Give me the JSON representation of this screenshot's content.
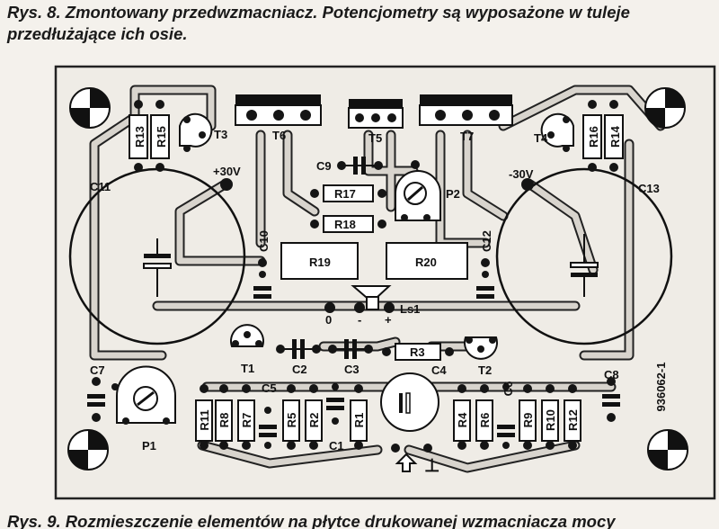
{
  "captions": {
    "top": "Rys. 8. Zmontowany przedwzmacniacz. Potencjometry są wyposażone w tuleje przedłużające ich osie.",
    "bottom": "Rys. 9. Rozmieszczenie elementów na płytce drukowanej wzmacniacza mocy"
  },
  "board_id": "936062-1",
  "labels": {
    "R13": "R13",
    "R15": "R15",
    "R16": "R16",
    "R14": "R14",
    "T3": "T3",
    "T4": "T4",
    "T6": "T6",
    "T5": "T5",
    "T7": "T7",
    "C9": "C9",
    "R17": "R17",
    "R18": "R18",
    "P2": "P2",
    "plus30": "+30V",
    "minus30": "-30V",
    "C11": "C11",
    "C13": "C13",
    "C10": "C10",
    "C12": "C12",
    "R19": "R19",
    "R20": "R20",
    "Ls1": "Ls1",
    "zero": "0",
    "minus": "-",
    "plus": "+",
    "T1": "T1",
    "T2": "T2",
    "C2": "C2",
    "C3": "C3",
    "R3": "R3",
    "C4": "C4",
    "C7": "C7",
    "C8": "C8",
    "P1": "P1",
    "C5": "C5",
    "C6": "C6",
    "C1": "C1",
    "R11": "R11",
    "R8": "R8",
    "R7": "R7",
    "R5": "R5",
    "R2": "R2",
    "R1": "R1",
    "R4": "R4",
    "R6": "R6",
    "R9": "R9",
    "R10": "R10",
    "R12": "R12",
    "ground": "⊥"
  }
}
